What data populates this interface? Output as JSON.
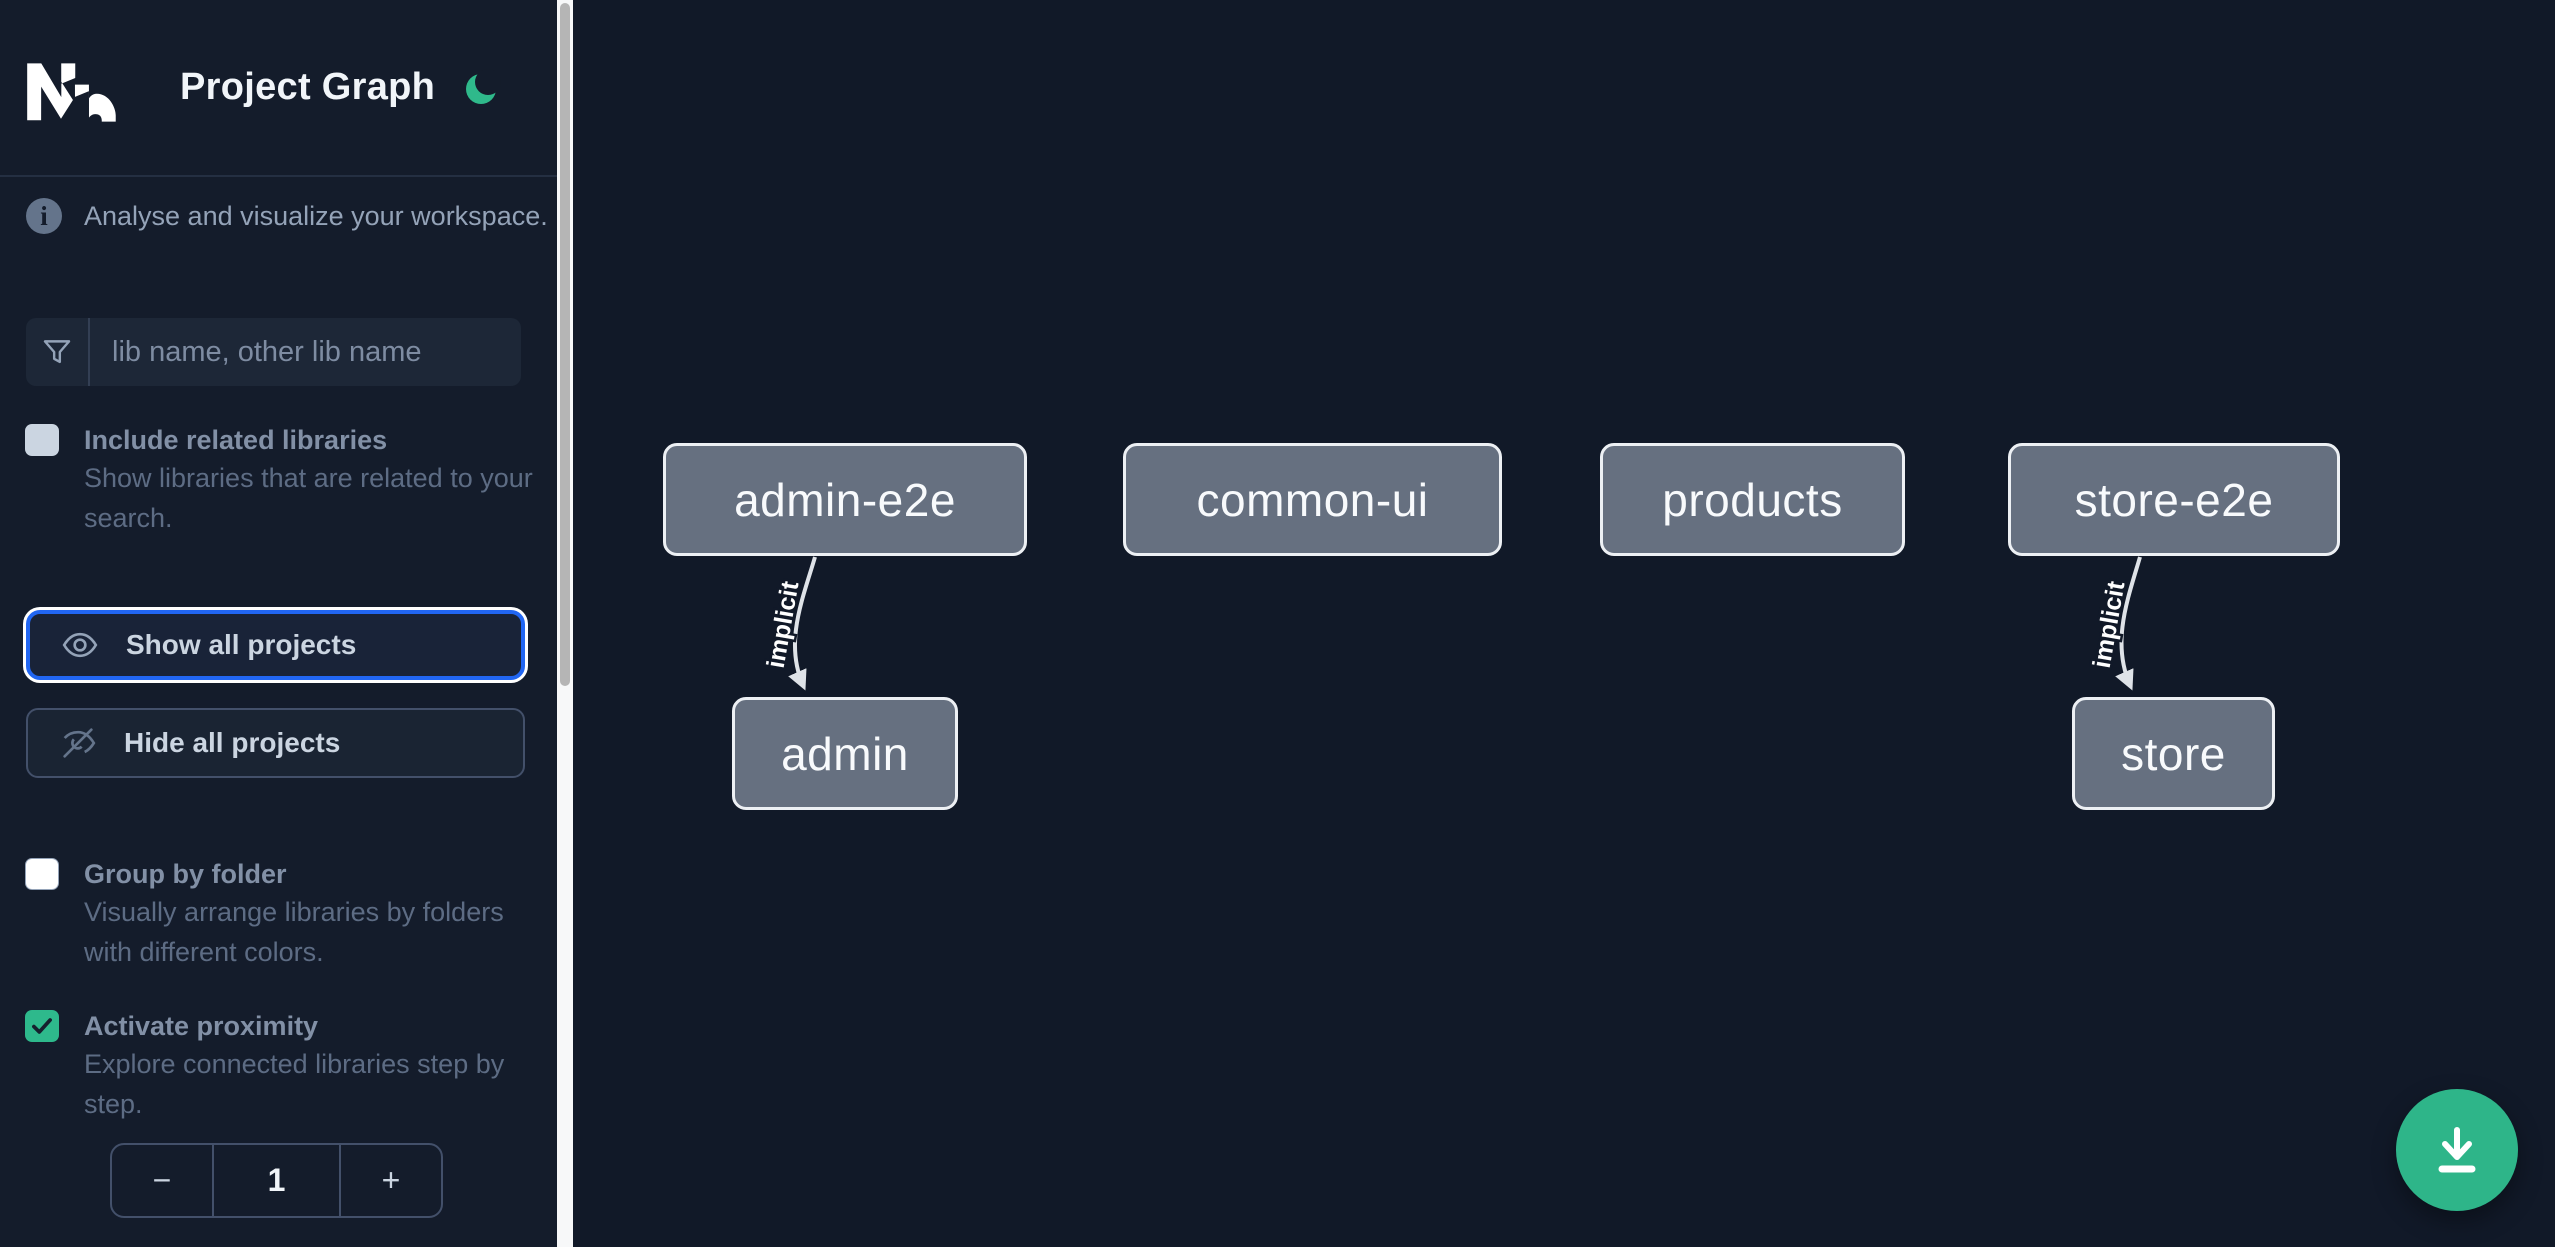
{
  "app": {
    "title": "Project Graph",
    "logo_name": "Nx",
    "theme_toggle": "dark-mode-moon"
  },
  "sidebar": {
    "tagline": "Analyse and visualize your workspace.",
    "search": {
      "placeholder": "lib name, other lib name",
      "value": ""
    },
    "buttons": {
      "show_all": "Show all projects",
      "hide_all": "Hide all projects"
    },
    "options": [
      {
        "label": "Include related libraries",
        "description": "Show libraries that are related to your search.",
        "checked": false
      },
      {
        "label": "Group by folder",
        "description": "Visually arrange libraries by folders with different colors.",
        "checked": false
      },
      {
        "label": "Activate proximity",
        "description": "Explore connected libraries step by step.",
        "checked": true
      }
    ],
    "stepper": {
      "decrement": "−",
      "value": "1",
      "increment": "+"
    }
  },
  "graph": {
    "nodes": [
      {
        "label": "admin-e2e"
      },
      {
        "label": "common-ui"
      },
      {
        "label": "products"
      },
      {
        "label": "store-e2e"
      },
      {
        "label": "admin"
      },
      {
        "label": "store"
      }
    ],
    "edges": [
      {
        "source": "admin-e2e",
        "target": "admin",
        "label": "implicit"
      },
      {
        "source": "store-e2e",
        "target": "store",
        "label": "implicit"
      }
    ]
  },
  "accent_colors": {
    "moon_green": "#2fb98b",
    "fab_green": "#2eb589",
    "focus_blue": "#2166f3",
    "node_gray": "#667080",
    "sidebar_bg": "#141c2b",
    "canvas_bg": "#111928"
  }
}
